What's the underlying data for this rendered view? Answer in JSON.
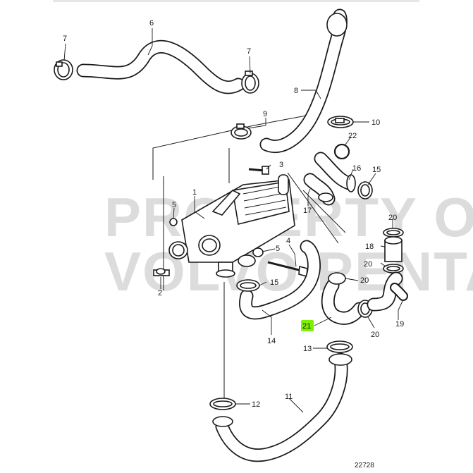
{
  "watermark": {
    "line1": "PROPERTY OF",
    "line2": "VOLVO PENTA"
  },
  "reference_number": "22728",
  "highlight_color": "#7cf000",
  "callouts": [
    {
      "id": "c1",
      "label": "1"
    },
    {
      "id": "c2",
      "label": "2"
    },
    {
      "id": "c3",
      "label": "3"
    },
    {
      "id": "c4",
      "label": "4"
    },
    {
      "id": "c5a",
      "label": "5"
    },
    {
      "id": "c5b",
      "label": "5"
    },
    {
      "id": "c6",
      "label": "6"
    },
    {
      "id": "c7a",
      "label": "7"
    },
    {
      "id": "c7b",
      "label": "7"
    },
    {
      "id": "c8",
      "label": "8"
    },
    {
      "id": "c9",
      "label": "9"
    },
    {
      "id": "c10",
      "label": "10"
    },
    {
      "id": "c11",
      "label": "11"
    },
    {
      "id": "c12",
      "label": "12"
    },
    {
      "id": "c13",
      "label": "13"
    },
    {
      "id": "c14",
      "label": "14"
    },
    {
      "id": "c15a",
      "label": "15"
    },
    {
      "id": "c15b",
      "label": "15"
    },
    {
      "id": "c16",
      "label": "16"
    },
    {
      "id": "c17",
      "label": "17"
    },
    {
      "id": "c18",
      "label": "18"
    },
    {
      "id": "c19",
      "label": "19"
    },
    {
      "id": "c20a",
      "label": "20"
    },
    {
      "id": "c20b",
      "label": "20"
    },
    {
      "id": "c20c",
      "label": "20"
    },
    {
      "id": "c20d",
      "label": "20"
    },
    {
      "id": "c21",
      "label": "21",
      "highlighted": true
    },
    {
      "id": "c22",
      "label": "22"
    }
  ]
}
